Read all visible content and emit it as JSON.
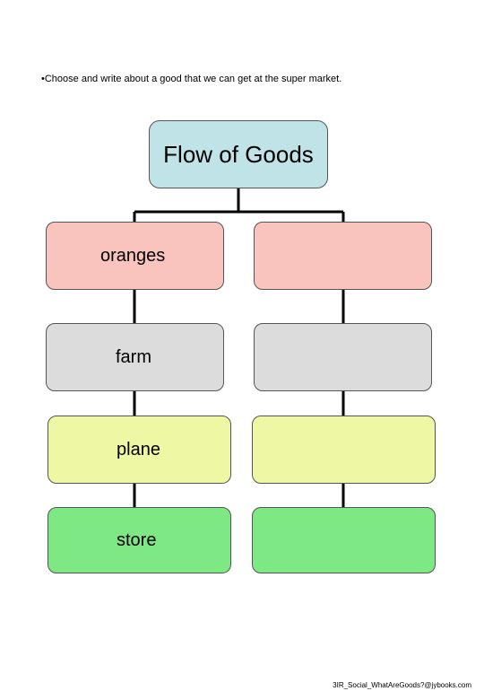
{
  "instruction": "•Choose and write about a good that we can get at the super market.",
  "diagram": {
    "title": "Flow of Goods",
    "left_column": [
      "oranges",
      "farm",
      "plane",
      "store"
    ],
    "right_column": [
      "",
      "",
      "",
      ""
    ]
  },
  "footer": "3IR_Social_WhatAreGoods?@jybooks.com"
}
